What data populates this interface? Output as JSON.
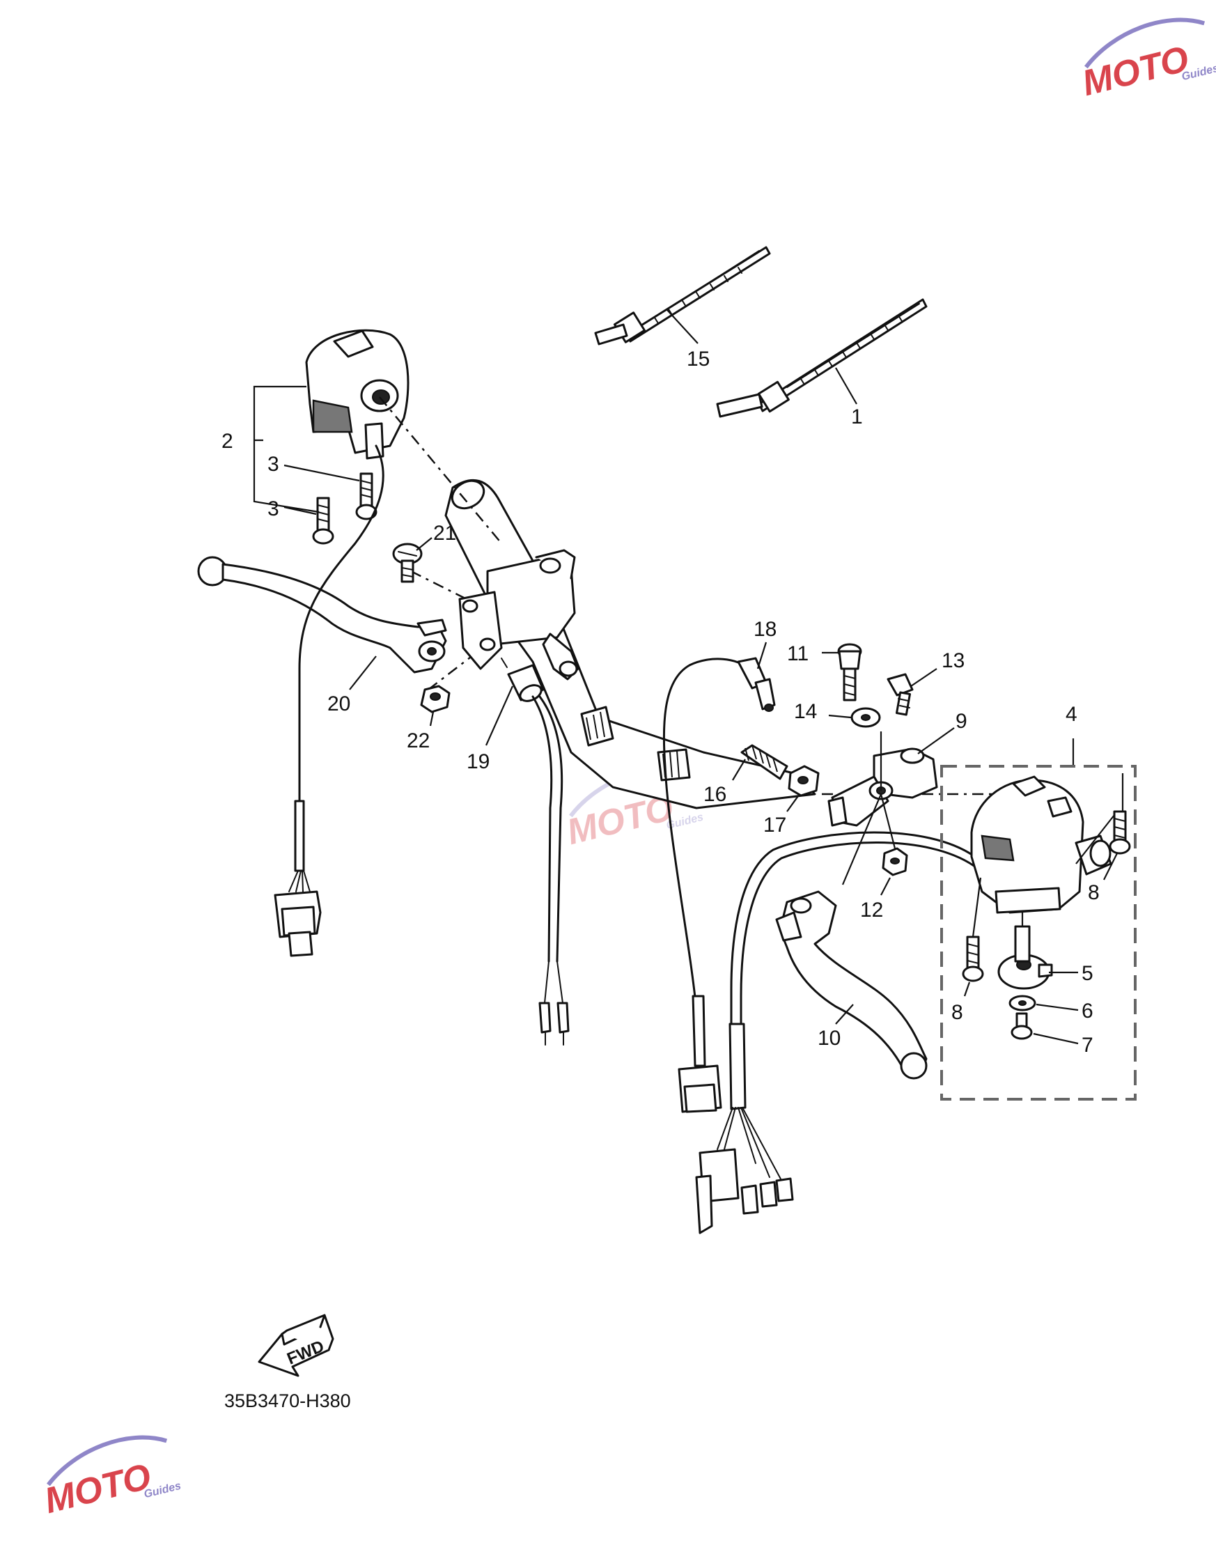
{
  "diagram": {
    "drawing_code": "35B3470-H380",
    "forward_indicator": "FWD",
    "callouts": [
      {
        "id": "c1",
        "label": "1"
      },
      {
        "id": "c2",
        "label": "2"
      },
      {
        "id": "c3a",
        "label": "3"
      },
      {
        "id": "c3b",
        "label": "3"
      },
      {
        "id": "c4",
        "label": "4"
      },
      {
        "id": "c5",
        "label": "5"
      },
      {
        "id": "c6",
        "label": "6"
      },
      {
        "id": "c7",
        "label": "7"
      },
      {
        "id": "c8a",
        "label": "8"
      },
      {
        "id": "c8b",
        "label": "8"
      },
      {
        "id": "c9",
        "label": "9"
      },
      {
        "id": "c10",
        "label": "10"
      },
      {
        "id": "c11",
        "label": "11"
      },
      {
        "id": "c12",
        "label": "12"
      },
      {
        "id": "c13",
        "label": "13"
      },
      {
        "id": "c14",
        "label": "14"
      },
      {
        "id": "c15",
        "label": "15"
      },
      {
        "id": "c16",
        "label": "16"
      },
      {
        "id": "c17",
        "label": "17"
      },
      {
        "id": "c18",
        "label": "18"
      },
      {
        "id": "c19",
        "label": "19"
      },
      {
        "id": "c20",
        "label": "20"
      },
      {
        "id": "c21",
        "label": "21"
      },
      {
        "id": "c22",
        "label": "22"
      }
    ]
  },
  "watermark": {
    "brand": "MOTO",
    "sub": "Guides",
    "colors": {
      "primary": "#d9444c",
      "secondary": "#8f86c8"
    }
  }
}
